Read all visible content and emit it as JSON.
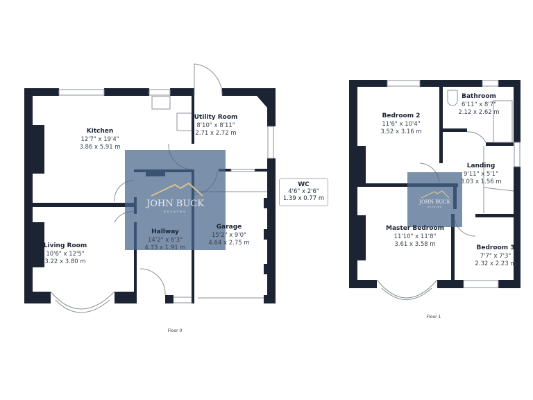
{
  "floors": [
    {
      "label": "Floor 0",
      "rooms": [
        {
          "name": "Kitchen",
          "imperial": "12'7\" x 19'4\"",
          "metric": "3.86 x 5.91 m"
        },
        {
          "name": "Utility Room",
          "imperial": "8'10\" x 8'11\"",
          "metric": "2.71 x 2.72 m"
        },
        {
          "name": "WC",
          "imperial": "4'6\" x 2'6\"",
          "metric": "1.39 x 0.77 m"
        },
        {
          "name": "Living Room",
          "imperial": "10'6\" x 12'5\"",
          "metric": "3.22 x 3.80 m"
        },
        {
          "name": "Hallway",
          "imperial": "14'2\" x 6'3\"",
          "metric": "4.33 x 1.91 m"
        },
        {
          "name": "Garage",
          "imperial": "15'2\" x 9'0\"",
          "metric": "4.64 x 2.75 m"
        }
      ]
    },
    {
      "label": "Floor 1",
      "rooms": [
        {
          "name": "Bedroom 2",
          "imperial": "11'6\" x 10'4\"",
          "metric": "3.52 x 3.16 m"
        },
        {
          "name": "Bathroom",
          "imperial": "6'11\" x 8'7\"",
          "metric": "2.12 x 2.62 m"
        },
        {
          "name": "Landing",
          "imperial": "9'11\" x 5'1\"",
          "metric": "3.03 x 1.56 m"
        },
        {
          "name": "Master Bedroom",
          "imperial": "11'10\" x 11'8\"",
          "metric": "3.61 x 3.58 m"
        },
        {
          "name": "Bedroom 3",
          "imperial": "7'7\" x 7'3\"",
          "metric": "2.32 x 2.23 m"
        }
      ]
    }
  ],
  "watermark": {
    "brand": "JOHN BUCK",
    "sub": "ESTATES"
  },
  "colors": {
    "wall": "#1c2434",
    "watermark": "#48658a",
    "logo_roof": "#d9c48a"
  }
}
